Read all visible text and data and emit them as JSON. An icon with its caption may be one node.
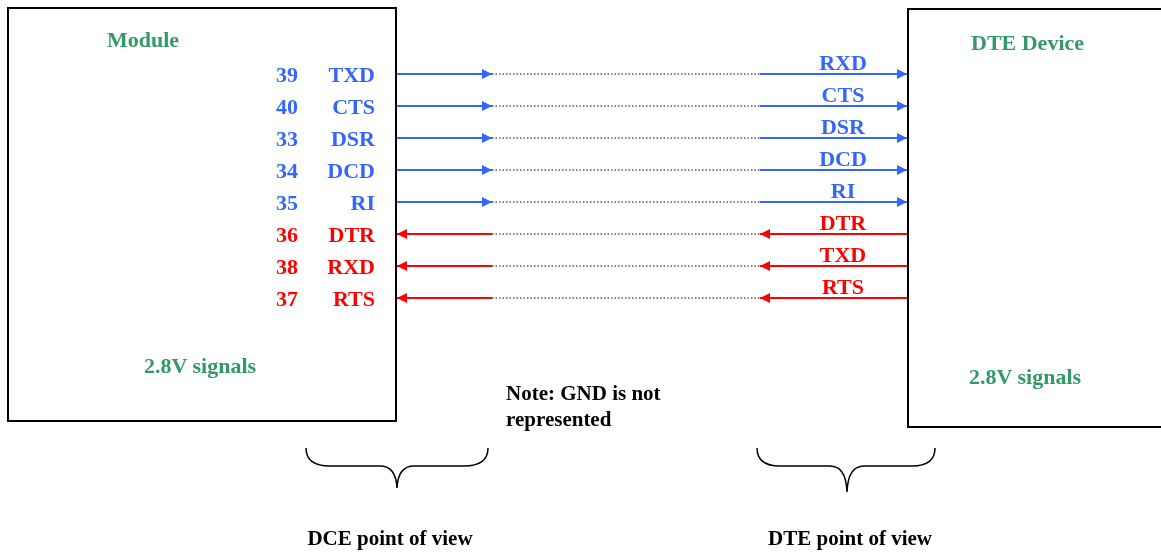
{
  "diagram": {
    "nodes": [
      {
        "text": [
          "Module",
          "2.8V signals"
        ]
      },
      {
        "text": [
          "DTE Device",
          "2.8V signals"
        ]
      }
    ],
    "edges": [
      {
        "from": 0,
        "to": null,
        "arrow": "to",
        "color": "#3366ff"
      },
      {
        "from": 0,
        "to": null,
        "arrow": "to",
        "color": "#3366ff"
      },
      {
        "from": 0,
        "to": null,
        "arrow": "to",
        "color": "#3366ff"
      },
      {
        "from": 0,
        "to": null,
        "arrow": "to",
        "color": "#3366ff"
      },
      {
        "from": 0,
        "to": null,
        "arrow": "to",
        "color": "#3366ff"
      },
      {
        "from": null,
        "to": 0,
        "arrow": "to",
        "color": "#ff0000"
      },
      {
        "from": null,
        "to": 0,
        "arrow": "to",
        "color": "#ff0000"
      },
      {
        "from": null,
        "to": 0,
        "arrow": "to",
        "color": "#ff0000"
      },
      {
        "from": null,
        "to": 1,
        "arrow": "to",
        "label": "RXD",
        "color": "#3366ff"
      },
      {
        "from": null,
        "to": 1,
        "arrow": "to",
        "label": "CTS",
        "color": "#3366ff"
      },
      {
        "from": null,
        "to": 1,
        "arrow": "to",
        "label": "DSR",
        "color": "#3366ff"
      },
      {
        "from": null,
        "to": 1,
        "arrow": "to",
        "label": "DCD",
        "color": "#3366ff"
      },
      {
        "from": null,
        "to": 1,
        "arrow": "to",
        "label": "RI",
        "color": "#3366ff"
      },
      {
        "from": 1,
        "to": null,
        "arrow": "to",
        "label": "DTR",
        "color": "#ff0000"
      },
      {
        "from": 1,
        "to": null,
        "arrow": "to",
        "label": "TXD",
        "color": "#ff0000"
      },
      {
        "from": 1,
        "to": null,
        "arrow": "to",
        "label": "RTS",
        "color": "#ff0000"
      }
    ],
    "labels": [
      "39",
      "TXD",
      "40",
      "CTS",
      "33",
      "DSR",
      "34",
      "DCD",
      "35",
      "RI",
      "36",
      "DTR",
      "38",
      "RXD",
      "37",
      "RTS",
      "Note: GND is not represented",
      "DCE point of view",
      "DTE point of view"
    ]
  }
}
